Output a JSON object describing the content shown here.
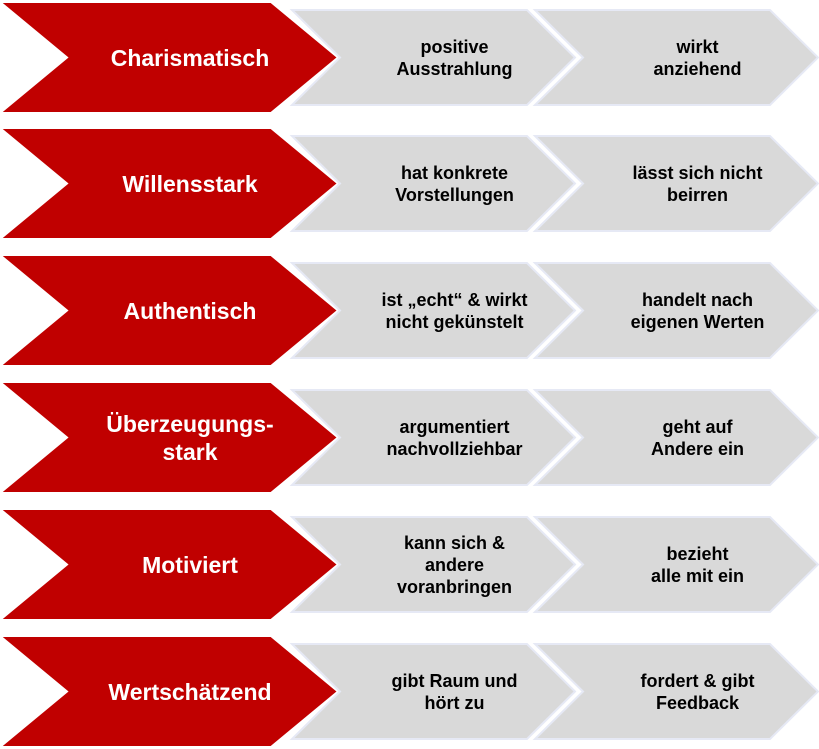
{
  "colors": {
    "primary": "#c00000",
    "primary_stroke": "#ffffff",
    "secondary": "#d9d9d9",
    "secondary_stroke": "#e6e9f5"
  },
  "rows": [
    {
      "main": "Charismatisch",
      "sub1": "positive\nAusstrahlung",
      "sub2": "wirkt\nanziehend"
    },
    {
      "main": "Willensstark",
      "sub1": "hat konkrete\nVorstellungen",
      "sub2": "lässt sich nicht\nbeirren"
    },
    {
      "main": "Authentisch",
      "sub1": "ist „echt“ & wirkt\nnicht gekünstelt",
      "sub2": "handelt nach\neigenen Werten"
    },
    {
      "main": "Überzeugungs-\nstark",
      "sub1": "argumentiert\nnachvollziehbar",
      "sub2": "geht auf\nAndere ein"
    },
    {
      "main": "Motiviert",
      "sub1": "kann sich &\nandere\nvoranbringen",
      "sub2": "bezieht\nalle mit ein"
    },
    {
      "main": "Wertschätzend",
      "sub1": "gibt Raum und\nhört zu",
      "sub2": "fordert & gibt\nFeedback"
    }
  ]
}
